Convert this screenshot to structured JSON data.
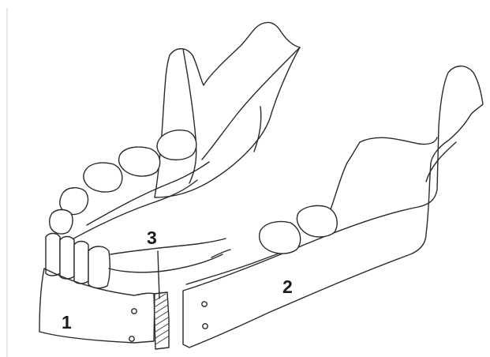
{
  "diagram": {
    "labels": {
      "segment_1": "1",
      "segment_2": "2",
      "segment_3": "3"
    },
    "colors": {
      "ink": "#2a2a2a",
      "background": "#ffffff"
    }
  }
}
